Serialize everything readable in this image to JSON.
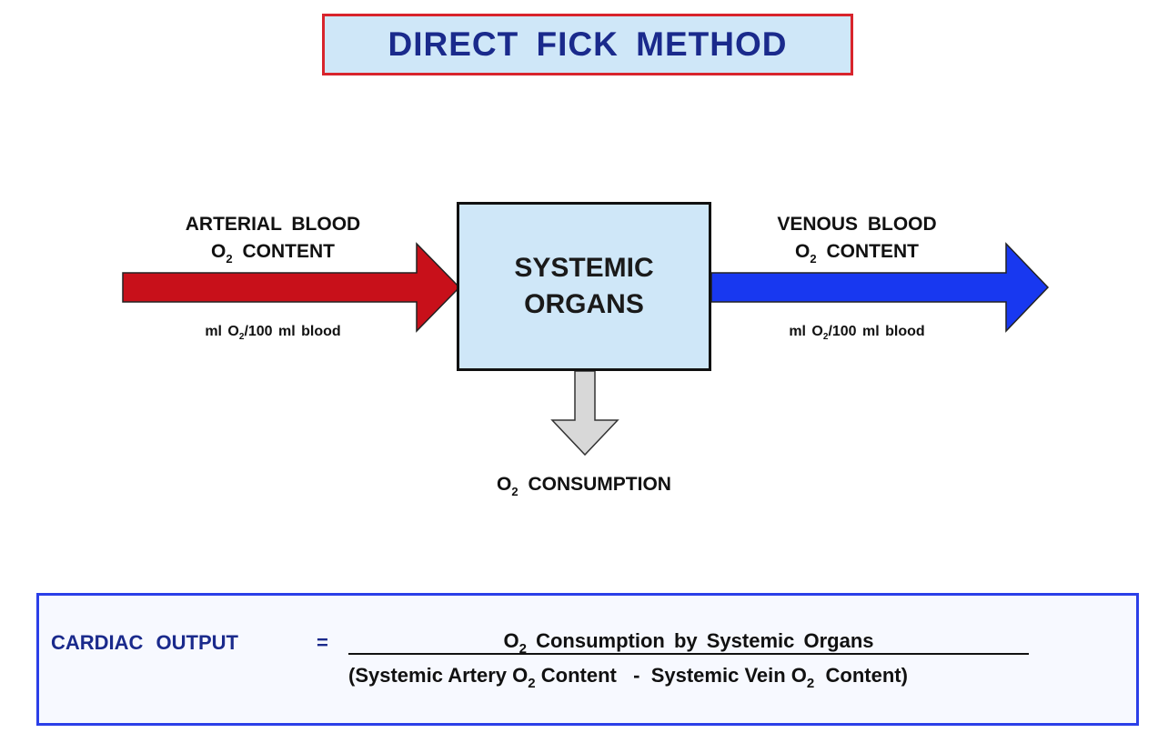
{
  "title": "DIRECT FICK METHOD",
  "arterial": {
    "line1": "ARTERIAL BLOOD",
    "line2_prefix": "O",
    "line2_sub": "2",
    "line2_rest": "CONTENT",
    "unit_prefix": "ml O",
    "unit_sub": "2",
    "unit_rest": "/100 ml blood"
  },
  "venous": {
    "line1": "VENOUS BLOOD",
    "line2_prefix": "O",
    "line2_sub": "2",
    "line2_rest": "CONTENT",
    "unit_prefix": "ml O",
    "unit_sub": "2",
    "unit_rest": "/100 ml blood"
  },
  "organs": {
    "line1": "SYSTEMIC",
    "line2": "ORGANS"
  },
  "consumption": {
    "prefix": "O",
    "sub": "2",
    "rest": "CONSUMPTION"
  },
  "formula": {
    "lhs": "CARDIAC OUTPUT",
    "equals": "=",
    "numerator_prefix": "O",
    "numerator_sub": "2",
    "numerator_rest": "Consumption by Systemic Organs",
    "denominator": {
      "open": "(Systemic Artery O",
      "sub1": "2",
      "mid": " Content   -  Systemic Vein O",
      "sub2": "2",
      "close": "  Content)"
    }
  },
  "colors": {
    "title_border": "#d8242c",
    "title_fill": "#cfe7f8",
    "title_text": "#1a2a8c",
    "arterial_arrow": "#c8101a",
    "venous_arrow": "#1838f0",
    "consumption_arrow": "#d8d8d8",
    "organs_fill": "#cfe7f8",
    "formula_border": "#2b3fe8"
  }
}
